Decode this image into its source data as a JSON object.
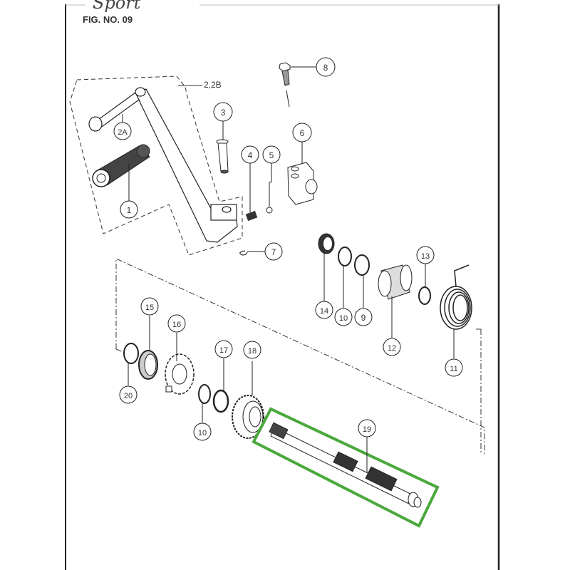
{
  "figure": {
    "title": "FIG. NO. 09",
    "header_script": "Sport",
    "assembly_label": "2,2B",
    "highlight_color": "#4aa83c",
    "line_color": "#222222",
    "highlighted_part": "19"
  },
  "callouts": [
    {
      "id": "c8",
      "label": "8"
    },
    {
      "id": "c3",
      "label": "3"
    },
    {
      "id": "c2a",
      "label": "2A"
    },
    {
      "id": "c6",
      "label": "6"
    },
    {
      "id": "c4",
      "label": "4"
    },
    {
      "id": "c5",
      "label": "5"
    },
    {
      "id": "c1",
      "label": "1"
    },
    {
      "id": "c7",
      "label": "7"
    },
    {
      "id": "c13",
      "label": "13"
    },
    {
      "id": "c14",
      "label": "14"
    },
    {
      "id": "c10a",
      "label": "10"
    },
    {
      "id": "c9",
      "label": "9"
    },
    {
      "id": "c12",
      "label": "12"
    },
    {
      "id": "c11",
      "label": "11"
    },
    {
      "id": "c15",
      "label": "15"
    },
    {
      "id": "c16",
      "label": "16"
    },
    {
      "id": "c17",
      "label": "17"
    },
    {
      "id": "c18",
      "label": "18"
    },
    {
      "id": "c20",
      "label": "20"
    },
    {
      "id": "c10b",
      "label": "10"
    },
    {
      "id": "c19",
      "label": "19"
    }
  ]
}
